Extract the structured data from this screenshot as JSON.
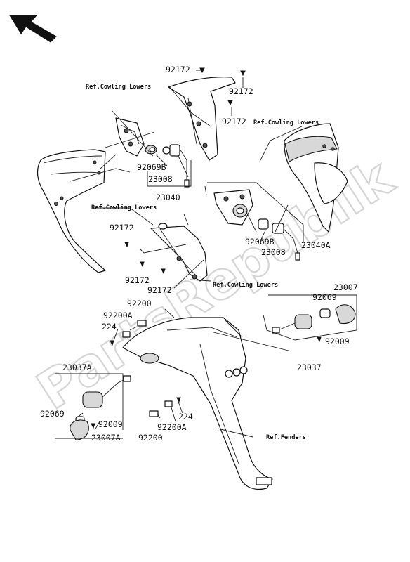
{
  "labels": {
    "p92172_top": "92172",
    "p92172_right1": "92172",
    "p92172_right2": "92172",
    "p92069b_left": "92069B",
    "p23008_left": "23008",
    "p23040": "23040",
    "p92172_mid": "92172",
    "p92069b_right": "92069B",
    "p23008_right": "23008",
    "p23040a": "23040A",
    "p92172_low1": "92172",
    "p92172_low2": "92172",
    "p92200_top": "92200",
    "p92200a_top": "92200A",
    "p224_top": "224",
    "p23007": "23007",
    "p92069_right": "92069",
    "p92009_right": "92009",
    "p23037": "23037",
    "p23037a": "23037A",
    "p92069_left": "92069",
    "p92009_left": "92009",
    "p23007a": "23007A",
    "p224_bottom": "224",
    "p92200a_bottom": "92200A",
    "p92200_bottom": "92200"
  },
  "references": {
    "ref_cowling_1": "Ref.Cowling Lowers",
    "ref_cowling_2": "Ref.Cowling Lowers",
    "ref_cowling_3": "Ref.Cowling Lowers",
    "ref_cowling_4": "Ref.Cowling Lowers",
    "ref_fenders": "Ref.Fenders"
  },
  "watermark": "PartsRepublik"
}
